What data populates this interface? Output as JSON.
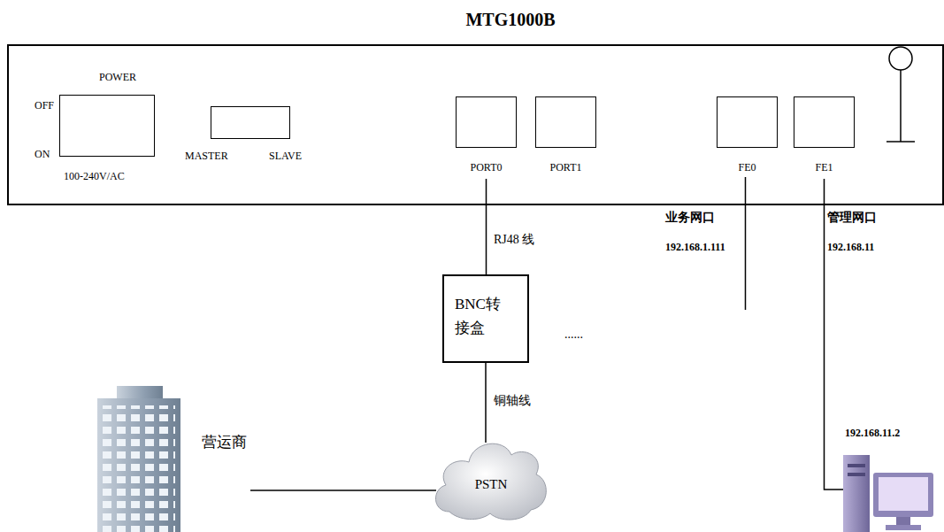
{
  "diagram": {
    "nodes": [
      {
        "text": [
          "MTG1000B"
        ]
      },
      {
        "text": [
          "POWER",
          "OFF",
          "ON",
          "100-240V/AC"
        ],
        "in": 0
      },
      {
        "text": [
          "MASTER",
          "SLAVE"
        ],
        "in": 0
      },
      {
        "text": [
          "PORT0"
        ],
        "in": 0
      },
      {
        "text": [
          "PORT1"
        ],
        "in": 0
      },
      {
        "text": [
          "FE0"
        ],
        "in": 0
      },
      {
        "text": [
          "FE1"
        ],
        "in": 0
      },
      {
        "text": [
          "BNC转接盒"
        ]
      },
      {
        "text": [
          "PSTN"
        ]
      },
      {
        "text": [
          "营运商"
        ]
      },
      {
        "text": [
          "192.168.11.2"
        ]
      }
    ],
    "edges": [
      {
        "from": 3,
        "to": 7,
        "arrow": "none",
        "label": "RJ48 线"
      },
      {
        "from": 7,
        "to": 8,
        "arrow": "none",
        "label": "铜轴线"
      },
      {
        "from": 9,
        "to": 8,
        "arrow": "none"
      },
      {
        "from": 6,
        "to": 10,
        "arrow": "none"
      }
    ],
    "labels": [
      "业务网口",
      "192.168.1.111",
      "管理网口",
      "192.168.11",
      "......"
    ]
  }
}
